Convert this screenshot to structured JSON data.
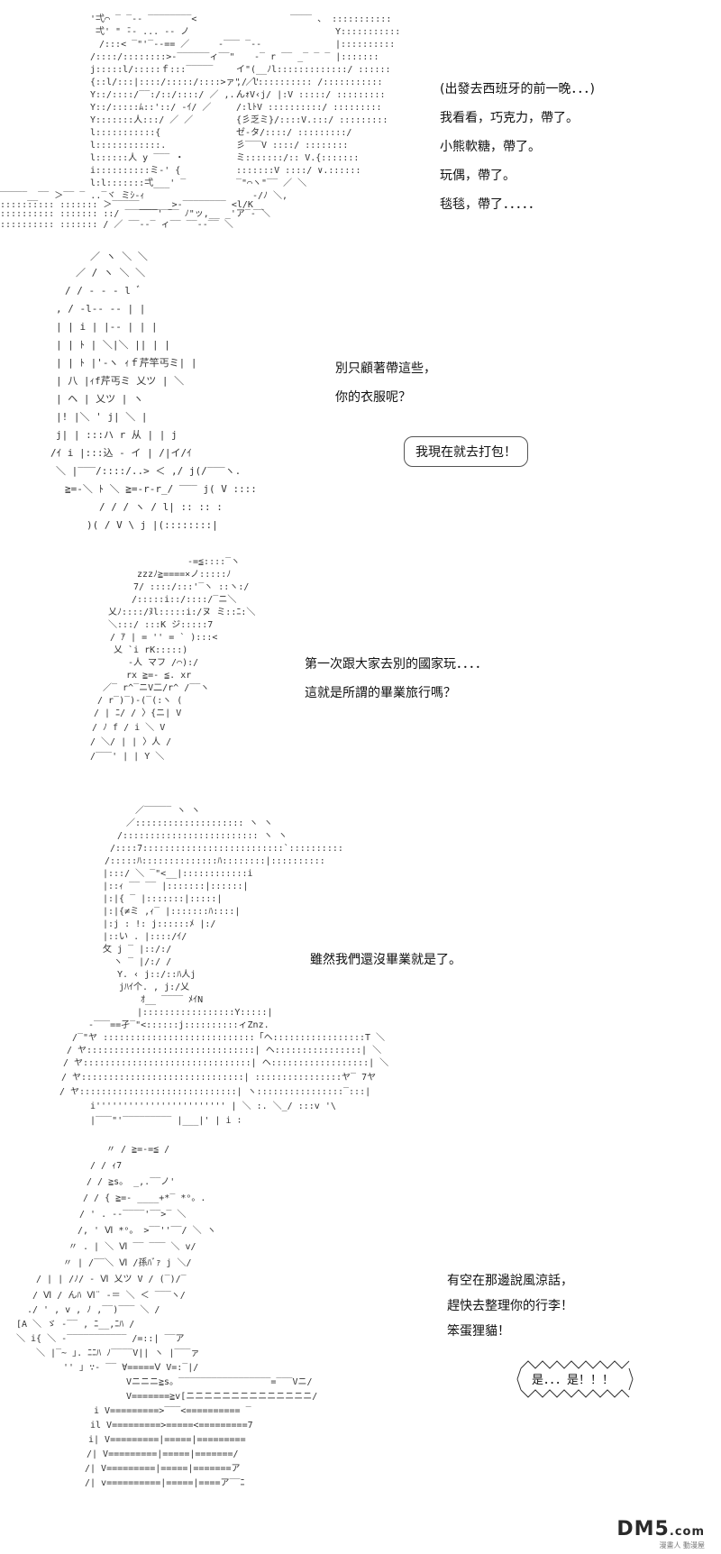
{
  "panels": [
    {
      "lines": [
        "(出發去西班牙的前一晚．．．)",
        "我看看，巧克力，帶了。",
        "小熊軟糖，帶了。",
        "玩偶，帶了。",
        "毯毯，帶了．．．．．"
      ]
    },
    {
      "lines": [
        "別只顧著帶這些，",
        "你的衣服呢？"
      ],
      "bubble": "我現在就去打包！"
    },
    {
      "lines": [
        "第一次跟大家去別的國家玩．．．．",
        "這就是所謂的畢業旅行嗎？"
      ]
    },
    {
      "lines": [
        "雖然我們還沒畢業就是了。"
      ]
    },
    {
      "lines": [
        "有空在那邊說風涼話，",
        "趕快去整理你的行李！",
        "笨蛋狸貓！"
      ],
      "shout": "是．．．是！！！"
    }
  ],
  "watermark": {
    "logo": "DM5",
    "suffix": ".com",
    "sub": "漫畫人 動漫屋"
  }
}
